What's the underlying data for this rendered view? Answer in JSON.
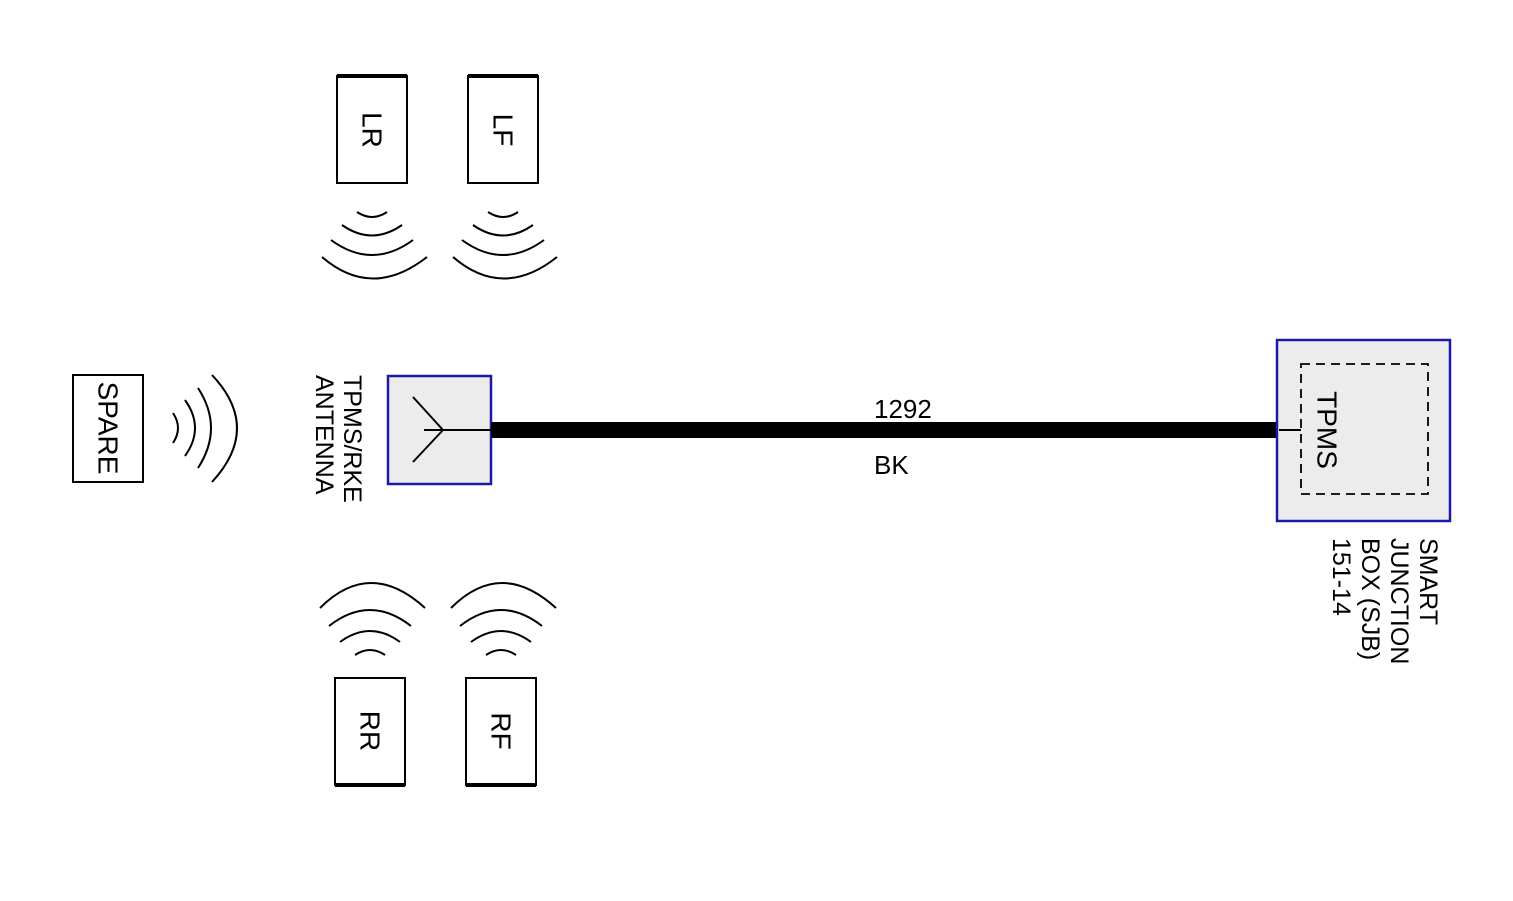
{
  "tire_sensors": {
    "lr": "LR",
    "lf": "LF",
    "rr": "RR",
    "rf": "RF",
    "spare": "SPARE"
  },
  "antenna": {
    "label_line1": "TPMS/RKE",
    "label_line2": "ANTENNA",
    "icon": "antenna-icon"
  },
  "wire": {
    "circuit": "1292",
    "color_code": "BK"
  },
  "sjb": {
    "inner_label": "TPMS",
    "label_line1": "SMART",
    "label_line2": "JUNCTION",
    "label_line3": "BOX (SJB)",
    "label_line4": "151-14"
  },
  "colors": {
    "module_border": "#1a1aa8",
    "module_fill": "#ececec",
    "wire": "#000000"
  }
}
